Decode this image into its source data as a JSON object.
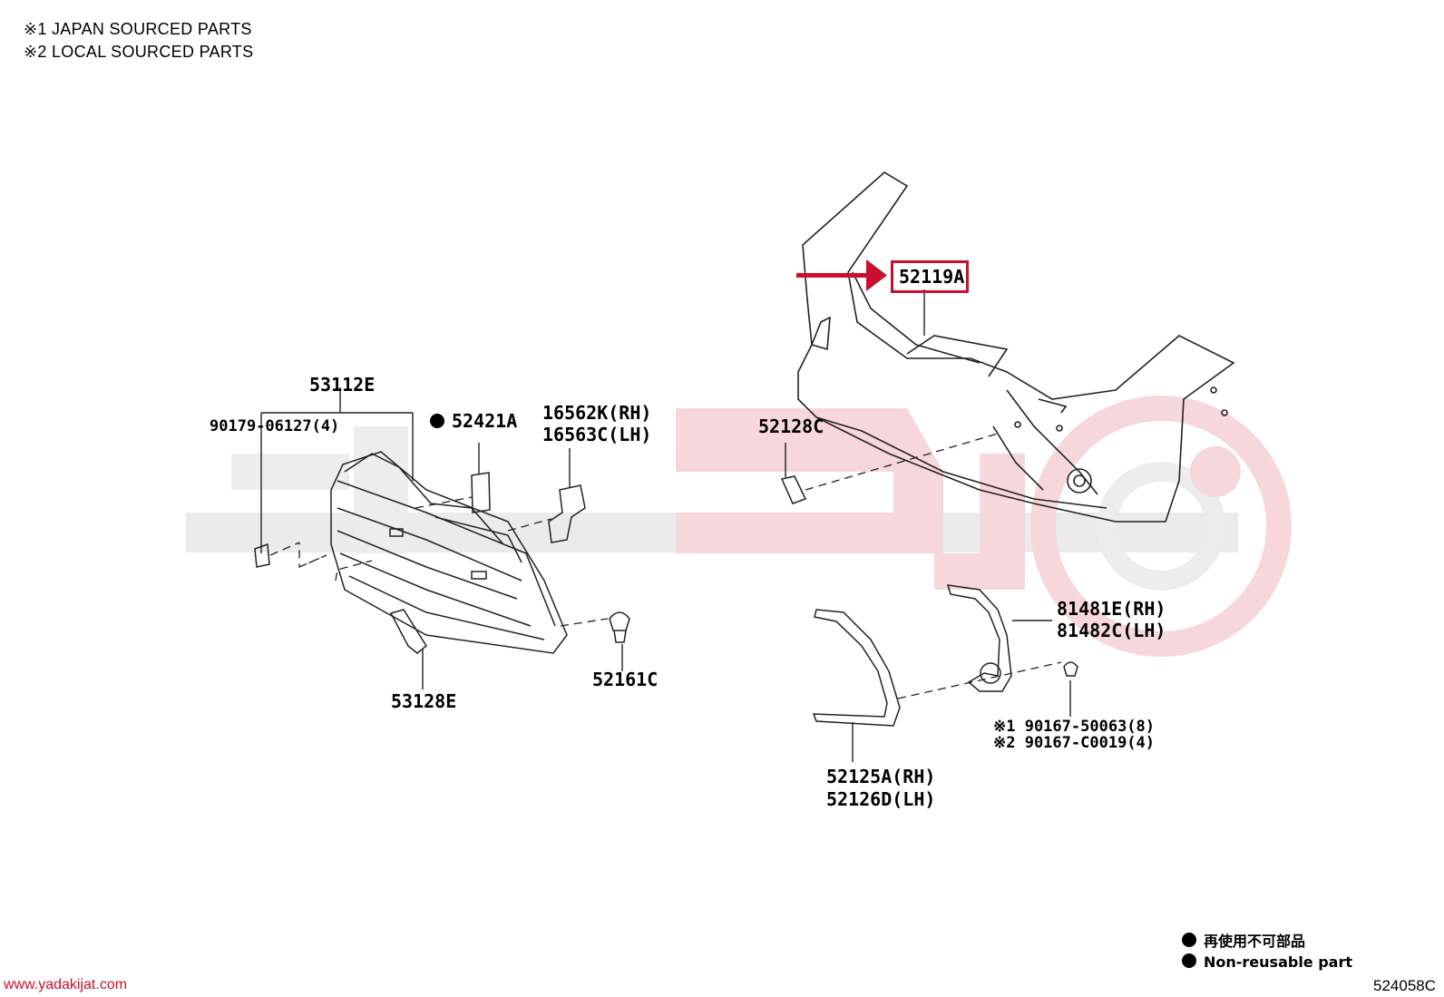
{
  "notes": {
    "n1": "※1  JAPAN SOURCED PARTS",
    "n2": "※2  LOCAL SOURCED PARTS"
  },
  "parts": {
    "p53112E": "53112E",
    "p90179": "90179-06127(4)",
    "p52421A": "52421A",
    "p16562K": "16562K(RH)",
    "p16563C": "16563C(LH)",
    "p52119A": "52119A",
    "p52128C": "52128C",
    "p52161C": "52161C",
    "p53128E": "53128E",
    "p81481E": "81481E(RH)",
    "p81482C": "81482C(LH)",
    "p90167a": "※1 90167-50063(8)",
    "p90167b": "※2 90167-C0019(4)",
    "p52125A": "52125A(RH)",
    "p52126D": "52126D(LH)"
  },
  "legend": {
    "jp": "再使用不可部品",
    "en": "Non-reusable part"
  },
  "footer": {
    "site": "www.yadakijat.com",
    "code": "524058C"
  },
  "colors": {
    "highlight": "#c8102e",
    "watermark": "#f2c6cc"
  }
}
